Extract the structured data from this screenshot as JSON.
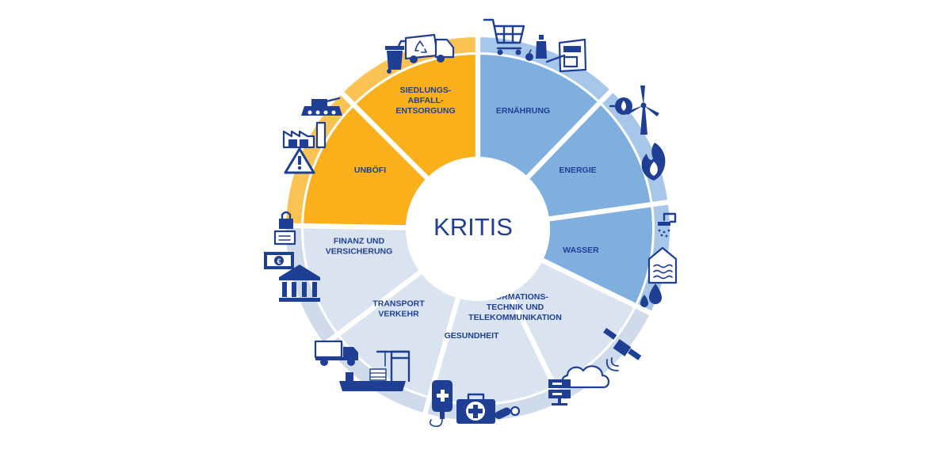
{
  "center": {
    "title": "KRITIS"
  },
  "sectors": [
    {
      "id": "ernaehrung",
      "lines": [
        "ERNÄHRUNG"
      ],
      "color": "#7fafde",
      "band": "#a7c7ea"
    },
    {
      "id": "energie",
      "lines": [
        "ENERGIE"
      ],
      "color": "#7fafde",
      "band": "#a7c7ea"
    },
    {
      "id": "wasser",
      "lines": [
        "WASSER"
      ],
      "color": "#7fafde",
      "band": "#a7c7ea"
    },
    {
      "id": "itk",
      "lines": [
        "INFORMATIONS-",
        "TECHNIK UND",
        "TELEKOMMUNIKATION"
      ],
      "color": "#dae4f0",
      "band": "#cfdbea"
    },
    {
      "id": "gesundheit",
      "lines": [
        "GESUNDHEIT"
      ],
      "color": "#dae4f0",
      "band": "#cfdbea"
    },
    {
      "id": "transport",
      "lines": [
        "TRANSPORT",
        "VERKEHR"
      ],
      "color": "#dae4f0",
      "band": "#cfdbea"
    },
    {
      "id": "finanz",
      "lines": [
        "FINANZ UND",
        "VERSICHERUNG"
      ],
      "color": "#dae4f0",
      "band": "#cfdbea"
    },
    {
      "id": "unboefi",
      "lines": [
        "UNBÖFI"
      ],
      "color": "#fab01a",
      "band": "#fbc353"
    },
    {
      "id": "siedlungsabfall",
      "lines": [
        "SIEDLUNGS-",
        "ABFALL-",
        "ENTSORGUNG"
      ],
      "color": "#fab01a",
      "band": "#fbc353"
    }
  ],
  "icons": {
    "ernaehrung": [
      "shopping-cart-icon",
      "bottle-icon",
      "food-package-icon",
      "apple-icon"
    ],
    "energie": [
      "plug-icon",
      "wind-turbine-icon",
      "flame-icon"
    ],
    "wasser": [
      "shower-icon",
      "water-house-icon",
      "water-drop-icon"
    ],
    "itk": [
      "satellite-icon",
      "cloud-icon",
      "server-icon"
    ],
    "gesundheit": [
      "iv-bag-icon",
      "first-aid-kit-icon",
      "pills-icon"
    ],
    "transport": [
      "truck-icon",
      "cargo-ship-crane-icon"
    ],
    "finanz": [
      "locked-document-icon",
      "banknote-icon",
      "bank-building-icon"
    ],
    "unboefi": [
      "tank-icon",
      "factory-icon",
      "warning-icon"
    ],
    "siedlungsabfall": [
      "waste-bin-icon",
      "garbage-truck-icon"
    ]
  },
  "colors": {
    "dark_blue": "#1f3f95",
    "mid_blue": "#7fafde",
    "light_blue": "#dae4f0",
    "orange": "#fab01a",
    "white": "#ffffff"
  }
}
